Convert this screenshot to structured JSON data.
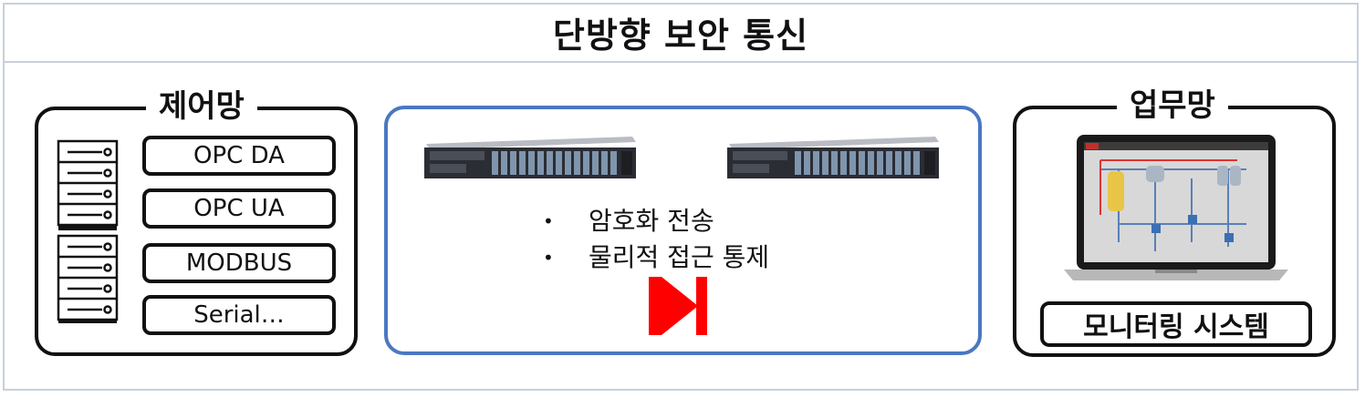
{
  "title": "단방향 보안 통신",
  "left_panel": {
    "label": "제어망",
    "protocols": [
      "OPC DA",
      "OPC UA",
      "MODBUS",
      "Serial…"
    ]
  },
  "center_panel": {
    "bullets": [
      "암호화 전송",
      "물리적 접근 통제"
    ],
    "diode_color": "#ff0000",
    "border_color": "#4a78c2"
  },
  "right_panel": {
    "label": "업무망",
    "monitor_label": "모니터링 시스템"
  }
}
